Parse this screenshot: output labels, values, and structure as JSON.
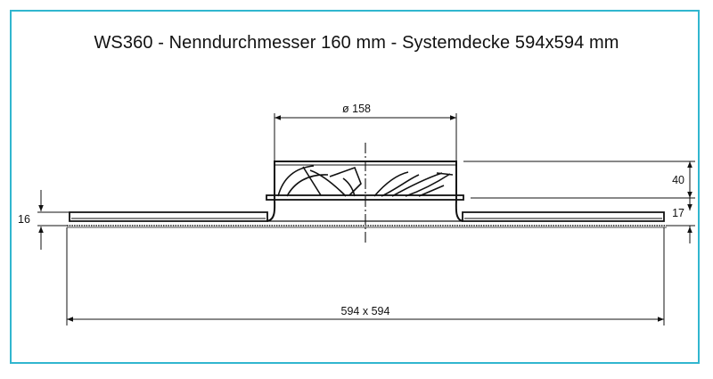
{
  "title": "WS360 - Nenndurchmesser 160 mm - Systemdecke 594x594 mm",
  "dimensions": {
    "diameter": "ø 158",
    "height_top": "40",
    "height_right": "17",
    "height_left": "16",
    "width": "594 x 594"
  },
  "colors": {
    "frame": "#31b6cf",
    "line": "#111111"
  }
}
